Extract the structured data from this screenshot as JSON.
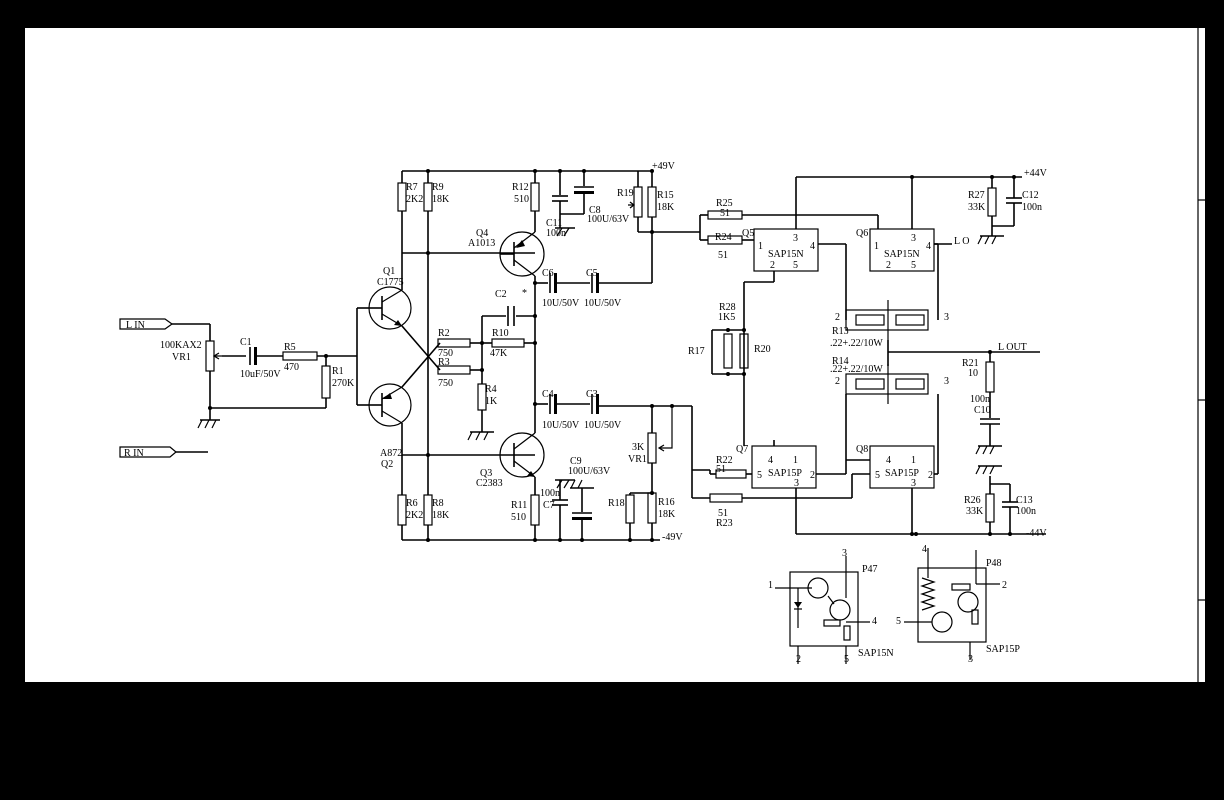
{
  "schematic": {
    "ports": {
      "l_in": "L IN",
      "r_in": "R IN",
      "l_out": "L OUT",
      "l_o": "L O"
    },
    "rails": {
      "pos49": "+49V",
      "neg49": "-49V",
      "pos44": "+44V",
      "neg44": "-44V"
    },
    "vr1_top": {
      "ref": "VR1",
      "value": "100KAX2"
    },
    "c1": {
      "ref": "C1",
      "value": "10uF/50V"
    },
    "r5": {
      "ref": "R5",
      "value": "470"
    },
    "r1": {
      "ref": "R1",
      "value": "270K"
    },
    "q1": {
      "ref": "Q1",
      "part": "C1775"
    },
    "q2": {
      "ref": "Q2",
      "part": "A872"
    },
    "r7": {
      "ref": "R7",
      "value": "2K2"
    },
    "r9": {
      "ref": "R9",
      "value": "18K"
    },
    "r6": {
      "ref": "R6",
      "value": "2K2"
    },
    "r8": {
      "ref": "R8",
      "value": "18K"
    },
    "r2": {
      "ref": "R2",
      "value": "750"
    },
    "r3": {
      "ref": "R3",
      "value": "750"
    },
    "r10": {
      "ref": "R10",
      "value": "47K"
    },
    "r4": {
      "ref": "R4",
      "value": "1K"
    },
    "c2": {
      "ref": "C2"
    },
    "r12": {
      "ref": "R12",
      "value": "510"
    },
    "r11": {
      "ref": "R11",
      "value": "510"
    },
    "q4": {
      "ref": "Q4",
      "part": "A1013"
    },
    "q3": {
      "ref": "Q3",
      "part": "C2383"
    },
    "c11": {
      "ref": "C11",
      "value": "100n"
    },
    "c8": {
      "ref": "C8",
      "value": "100U/63V"
    },
    "c7": {
      "ref": "C7",
      "value": "100n"
    },
    "c9": {
      "ref": "C9",
      "value": "100U/63V"
    },
    "c6": {
      "ref": "C6",
      "value": "10U/50V"
    },
    "c5": {
      "ref": "C5",
      "value": "10U/50V"
    },
    "c4": {
      "ref": "C4",
      "value": "10U/50V"
    },
    "c3": {
      "ref": "C3",
      "value": "10U/50V"
    },
    "r19": {
      "ref": "R19"
    },
    "r15": {
      "ref": "R15",
      "value": "18K"
    },
    "r18": {
      "ref": "R18"
    },
    "r16": {
      "ref": "R16",
      "value": "18K"
    },
    "vr1_bias": {
      "ref": "VR1",
      "value": "3K"
    },
    "r25": {
      "ref": "R25",
      "value": "51"
    },
    "r24": {
      "ref": "R24",
      "value": "51"
    },
    "r22": {
      "ref": "R22",
      "value": "51"
    },
    "r23": {
      "ref": "R23",
      "value": "51"
    },
    "r28": {
      "ref": "R28",
      "value": "1K5"
    },
    "r17": {
      "ref": "R17"
    },
    "r20": {
      "ref": "R20"
    },
    "r13": {
      "ref": "R13",
      "value": ".22+.22/10W"
    },
    "r14": {
      "ref": "R14",
      "value": ".22+.22/10W"
    },
    "q5": {
      "ref": "Q5",
      "part": "SAP15N"
    },
    "q6": {
      "ref": "Q6",
      "part": "SAP15N"
    },
    "q7": {
      "ref": "Q7",
      "part": "SAP15P"
    },
    "q8": {
      "ref": "Q8",
      "part": "SAP15P"
    },
    "r27": {
      "ref": "R27",
      "value": "33K"
    },
    "c12": {
      "ref": "C12",
      "value": "100n"
    },
    "r26": {
      "ref": "R26",
      "value": "33K"
    },
    "c13": {
      "ref": "C13",
      "value": "100n"
    },
    "r21": {
      "ref": "R21",
      "value": "10"
    },
    "c10": {
      "ref": "C10",
      "value": "100n"
    },
    "p47": {
      "ref": "P47",
      "part": "SAP15N"
    },
    "p48": {
      "ref": "P48",
      "part": "SAP15P"
    },
    "pins": {
      "p1": "1",
      "p2": "2",
      "p3": "3",
      "p4": "4",
      "p5": "5"
    }
  }
}
